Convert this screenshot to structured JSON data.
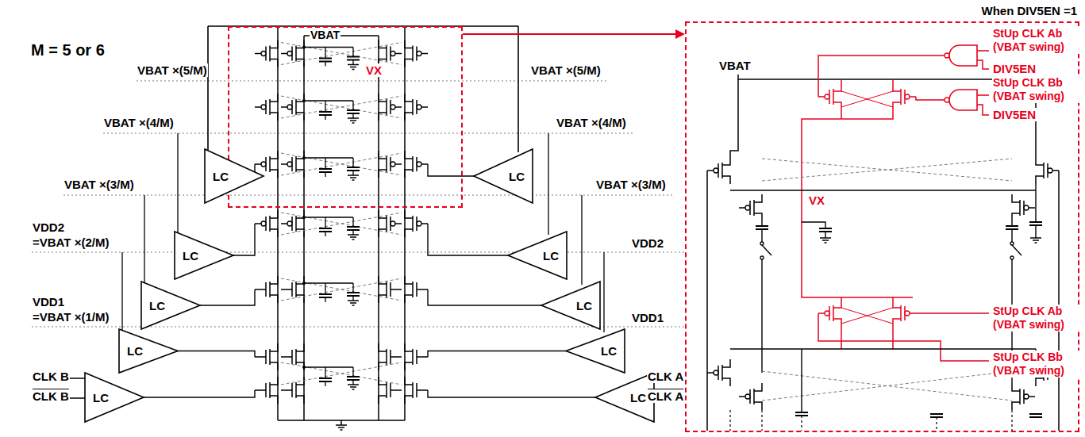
{
  "diagram": {
    "nodes": [
      {
        "text": [
          "VX"
        ]
      },
      {
        "text": [
          "When DIV5EN =1"
        ]
      },
      {
        "text": [
          "LC"
        ]
      },
      {
        "text": [
          "LC"
        ]
      },
      {
        "text": [
          "LC"
        ]
      },
      {
        "text": [
          "LC"
        ]
      },
      {
        "text": [
          "LC"
        ]
      },
      {
        "text": [
          "LC"
        ]
      },
      {
        "text": [
          "LC"
        ]
      },
      {
        "text": [
          "LC"
        ]
      },
      {
        "text": [
          "LC"
        ]
      },
      {
        "text": [
          "LC"
        ]
      }
    ],
    "edges": [
      {
        "from": 0,
        "to": 1,
        "arrow": "to"
      }
    ],
    "labels": [
      "M = 5 or 6",
      "VBAT",
      "VBAT ×(5/M)",
      "VBAT ×(5/M)",
      "VBAT ×(4/M)",
      "VBAT ×(4/M)",
      "VBAT ×(3/M)",
      "VBAT ×(3/M)",
      "VDD2",
      "=VBAT ×(2/M)",
      "VDD2",
      "VDD1",
      "=VBAT ×(1/M)",
      "VDD1",
      "CLK B",
      "CLK B",
      "CLK A",
      "CLK A",
      "VBAT",
      "StUp CLK Ab (VBAT swing)",
      "DIV5EN",
      "StUp CLK Bb (VBAT swing)",
      "DIV5EN",
      "VX",
      "StUp CLK Ab (VBAT swing)",
      "StUp CLK Bb (VBAT swing)"
    ]
  }
}
